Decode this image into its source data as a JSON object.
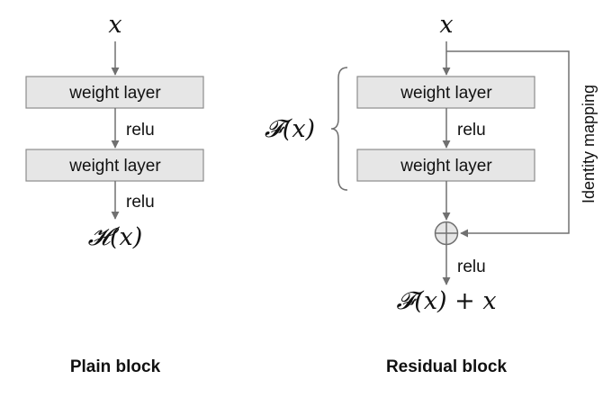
{
  "plain_block": {
    "input": "x",
    "layer1": "weight layer",
    "relu1": "relu",
    "layer2": "weight layer",
    "relu2": "relu",
    "output": "𝓗(x)",
    "caption": "Plain block"
  },
  "residual_block": {
    "input": "x",
    "function_label": "𝓕(x)",
    "layer1": "weight layer",
    "relu1": "relu",
    "layer2": "weight layer",
    "shortcut_label": "Identity mapping",
    "relu2": "relu",
    "output": "𝓕(x) + x",
    "caption": "Residual block"
  },
  "colors": {
    "box_fill": "#e6e6e6",
    "box_stroke": "#8c8c8c",
    "wire": "#707070"
  }
}
